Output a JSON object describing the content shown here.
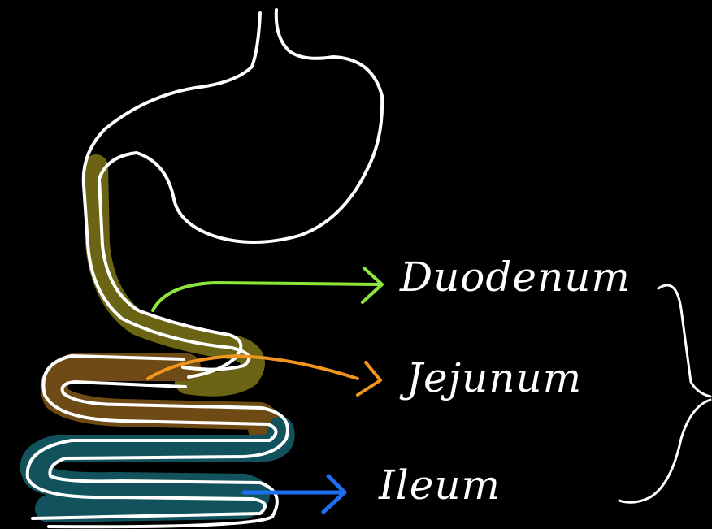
{
  "labels": {
    "duodenum": "Duodenum",
    "jejunum": "Jejunum",
    "ileum": "Ileum"
  },
  "colors": {
    "background": "#000000",
    "outline": "#ffffff",
    "duodenum_fill": "#6b6414",
    "jejunum_fill": "#6e4a14",
    "ileum_fill": "#12525c",
    "duodenum_arrow": "#8ee63c",
    "jejunum_arrow": "#f0961e",
    "ileum_arrow": "#1e6ef0"
  },
  "icons": {
    "stomach": "stomach-outline",
    "intestine": "small-intestine-outline",
    "brace": "curly-brace"
  }
}
